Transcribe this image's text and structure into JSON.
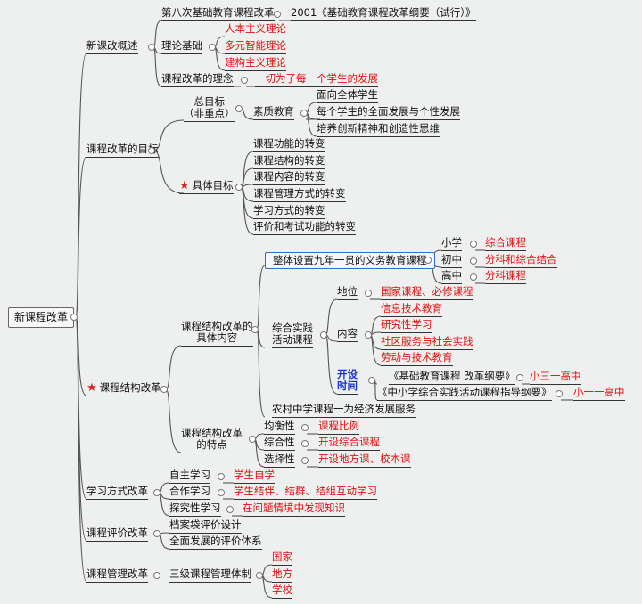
{
  "root": "新课程改革",
  "sec1": {
    "label": "新课改概述",
    "eighth": "第八次基础教育课程改革",
    "outline": "2001《基础教育课程改革纲要（试行）》",
    "theory": "理论基础",
    "theories": [
      "人本主义理论",
      "多元智能理论",
      "建构主义理论"
    ],
    "idea": "课程改革的理念",
    "idea_value": "一切为了每一个学生的发展"
  },
  "sec2": {
    "label": "课程改革的目标",
    "general": "总目标",
    "general_note": "（非重点）",
    "quality": "素质教育",
    "quality_items": [
      "面向全体学生",
      "每个学生的全面发展与个性发展",
      "培养创新精神和创造性思维"
    ],
    "specific": "具体目标",
    "specific_items": [
      "课程功能的转变",
      "课程结构的转变",
      "课程内容的转变",
      "课程管理方式的转变",
      "学习方式的转变",
      "评价和考试功能的转变"
    ]
  },
  "sec3": {
    "label": "课程结构改革",
    "content": "课程结构改革的",
    "content2": "具体内容",
    "nine_year": "整体设置九年一贯的义务教育课程",
    "stages": [
      {
        "stage": "小学",
        "value": "综合课程"
      },
      {
        "stage": "初中",
        "value": "分科和综合结合"
      },
      {
        "stage": "高中",
        "value": "分科课程"
      }
    ],
    "practice": "综合实践",
    "practice2": "活动课程",
    "position": "地位",
    "position_value": "国家课程、必修课程",
    "contents_label": "内容",
    "contents": [
      "信息技术教育",
      "研究性学习",
      "社区服务与社会实践",
      "劳动与技术教育"
    ],
    "open": "开设",
    "open2": "时间",
    "open_items": [
      {
        "doc": "《基础教育课程  改革纲要》",
        "range": "小三一高中"
      },
      {
        "doc": "《中小学综合实践活动课程指导纲要》",
        "range": "小一一高中"
      }
    ],
    "rural": "农村中学课程一为经济发展服务",
    "features": "课程结构改革",
    "features2": "的特点",
    "feature_items": [
      {
        "name": "均衡性",
        "value": "课程比例"
      },
      {
        "name": "综合性",
        "value": "开设综合课程"
      },
      {
        "name": "选择性",
        "value": "开设地方课、校本课"
      }
    ]
  },
  "sec4": {
    "label": "学习方式改革",
    "items": [
      {
        "name": "自主学习",
        "value": "学生自学"
      },
      {
        "name": "合作学习",
        "value": "学生结伴、结群、结组互动学习"
      },
      {
        "name": "探究性学习",
        "value": "在问题情境中发现知识"
      }
    ]
  },
  "sec5": {
    "label": "课程评价改革",
    "items": [
      "档案袋评价设计",
      "全面发展的评价体系"
    ]
  },
  "sec6": {
    "label": "课程管理改革",
    "system": "三级课程管理体制",
    "levels": [
      "国家",
      "地方",
      "学校"
    ]
  },
  "colors": {
    "accent": "#e01010",
    "link": "#555555",
    "box": "#2f6fcf",
    "blue_text": "#1a36d0"
  }
}
